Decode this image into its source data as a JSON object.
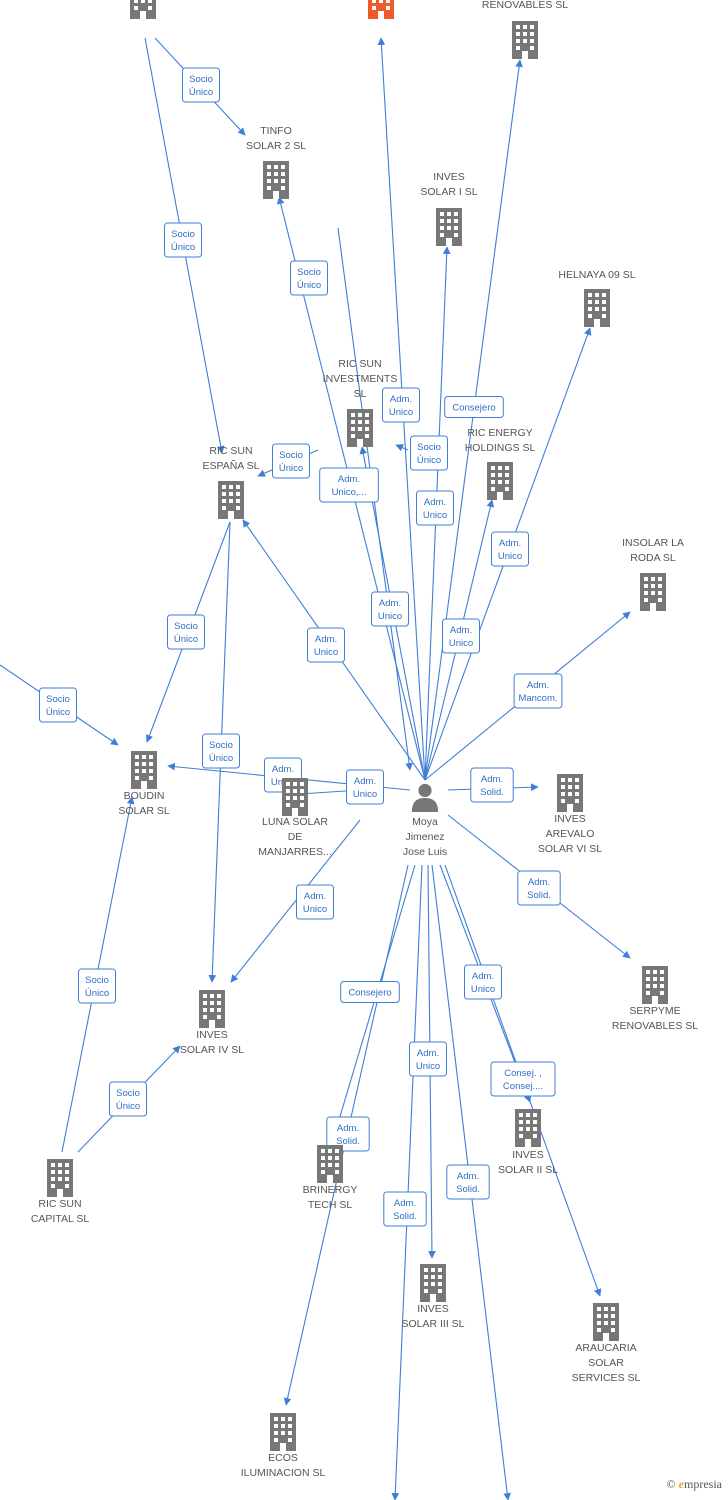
{
  "nodes": [
    {
      "id": "top1",
      "label": [],
      "kind": "company",
      "color": "#777777"
    },
    {
      "id": "top2",
      "label": [],
      "kind": "company",
      "color": "#f05a28"
    },
    {
      "id": "renovables_top",
      "label": [
        "RENOVABLES SL"
      ],
      "kind": "company",
      "color": "#777777"
    },
    {
      "id": "tinfo",
      "label": [
        "TINFO",
        "SOLAR 2 SL"
      ],
      "kind": "company",
      "color": "#777777"
    },
    {
      "id": "inves1",
      "label": [
        "INVES",
        "SOLAR I SL"
      ],
      "kind": "company",
      "color": "#777777"
    },
    {
      "id": "helnaya",
      "label": [
        "HELNAYA 09 SL"
      ],
      "kind": "company",
      "color": "#777777"
    },
    {
      "id": "ricsun_inv",
      "label": [
        "RIC SUN",
        "INVESTMENTS",
        "SL"
      ],
      "kind": "company",
      "color": "#777777"
    },
    {
      "id": "ricenergy",
      "label": [
        "RIC ENERGY",
        "HOLDINGS SL"
      ],
      "kind": "company",
      "color": "#777777"
    },
    {
      "id": "ricsun_esp",
      "label": [
        "RIC SUN",
        "ESPAÑA SL"
      ],
      "kind": "company",
      "color": "#777777"
    },
    {
      "id": "insolar",
      "label": [
        "INSOLAR LA",
        "RODA SL"
      ],
      "kind": "company",
      "color": "#777777"
    },
    {
      "id": "boudin",
      "label": [
        "BOUDIN",
        "SOLAR SL"
      ],
      "kind": "company",
      "color": "#777777"
    },
    {
      "id": "luna",
      "label": [
        "LUNA SOLAR",
        "DE",
        "MANJARRES..."
      ],
      "kind": "company",
      "color": "#777777"
    },
    {
      "id": "person",
      "label": [
        "Moya",
        "Jimenez",
        "Jose Luis"
      ],
      "kind": "person",
      "color": "#777777"
    },
    {
      "id": "arevalo",
      "label": [
        "INVES",
        "AREVALO",
        "SOLAR VI SL"
      ],
      "kind": "company",
      "color": "#777777"
    },
    {
      "id": "serpyme",
      "label": [
        "SERPYME",
        "RENOVABLES SL"
      ],
      "kind": "company",
      "color": "#777777"
    },
    {
      "id": "inves4",
      "label": [
        "INVES",
        "SOLAR IV SL"
      ],
      "kind": "company",
      "color": "#777777"
    },
    {
      "id": "inves2",
      "label": [
        "INVES",
        "SOLAR II SL"
      ],
      "kind": "company",
      "color": "#777777"
    },
    {
      "id": "brinergy",
      "label": [
        "BRINERGY",
        "TECH SL"
      ],
      "kind": "company",
      "color": "#777777"
    },
    {
      "id": "ricsun_cap",
      "label": [
        "RIC SUN",
        "CAPITAL SL"
      ],
      "kind": "company",
      "color": "#777777"
    },
    {
      "id": "inves3",
      "label": [
        "INVES",
        "SOLAR III SL"
      ],
      "kind": "company",
      "color": "#777777"
    },
    {
      "id": "araucaria",
      "label": [
        "ARAUCARIA",
        "SOLAR",
        "SERVICES SL"
      ],
      "kind": "company",
      "color": "#777777"
    },
    {
      "id": "ecos",
      "label": [
        "ECOS",
        "ILUMINACION SL"
      ],
      "kind": "company",
      "color": "#777777"
    }
  ],
  "relations": [
    {
      "label": [
        "Socio",
        "Único"
      ]
    },
    {
      "label": [
        "Socio",
        "Único"
      ]
    },
    {
      "label": [
        "Socio",
        "Único"
      ]
    },
    {
      "label": [
        "Adm.",
        "Unico"
      ]
    },
    {
      "label": [
        "Consejero"
      ]
    },
    {
      "label": [
        "Socio",
        "Único"
      ]
    },
    {
      "label": [
        "Socio",
        "Único"
      ]
    },
    {
      "label": [
        "Adm.",
        "Unico,..."
      ]
    },
    {
      "label": [
        "Adm.",
        "Unico"
      ]
    },
    {
      "label": [
        "Adm.",
        "Unico"
      ]
    },
    {
      "label": [
        "Adm.",
        "Unico"
      ]
    },
    {
      "label": [
        "Adm.",
        "Unico"
      ]
    },
    {
      "label": [
        "Socio",
        "Único"
      ]
    },
    {
      "label": [
        "Adm.",
        "Unico"
      ]
    },
    {
      "label": [
        "Adm.",
        "Mancom."
      ]
    },
    {
      "label": [
        "Socio",
        "Único"
      ]
    },
    {
      "label": [
        "Socio",
        "Único"
      ]
    },
    {
      "label": [
        "Adm.",
        "Unico"
      ]
    },
    {
      "label": [
        "Adm.",
        "Unico"
      ]
    },
    {
      "label": [
        "Adm.",
        "Solid."
      ]
    },
    {
      "label": [
        "Adm.",
        "Solid."
      ]
    },
    {
      "label": [
        "Adm.",
        "Unico"
      ]
    },
    {
      "label": [
        "Consejero"
      ]
    },
    {
      "label": [
        "Adm.",
        "Unico"
      ]
    },
    {
      "label": [
        "Socio",
        "Único"
      ]
    },
    {
      "label": [
        "Adm.",
        "Unico"
      ]
    },
    {
      "label": [
        "Consej. ,",
        "Consej...."
      ]
    },
    {
      "label": [
        "Socio",
        "Único"
      ]
    },
    {
      "label": [
        "Adm.",
        "Solid."
      ]
    },
    {
      "label": [
        "Adm.",
        "Solid."
      ]
    },
    {
      "label": [
        "Adm.",
        "Solid."
      ]
    }
  ],
  "watermark": {
    "copyright": "©",
    "brand_initial": "e",
    "brand_rest": "mpresia"
  },
  "colors": {
    "edge": "#3f7fd6",
    "node": "#777777",
    "highlight": "#f05a28"
  }
}
